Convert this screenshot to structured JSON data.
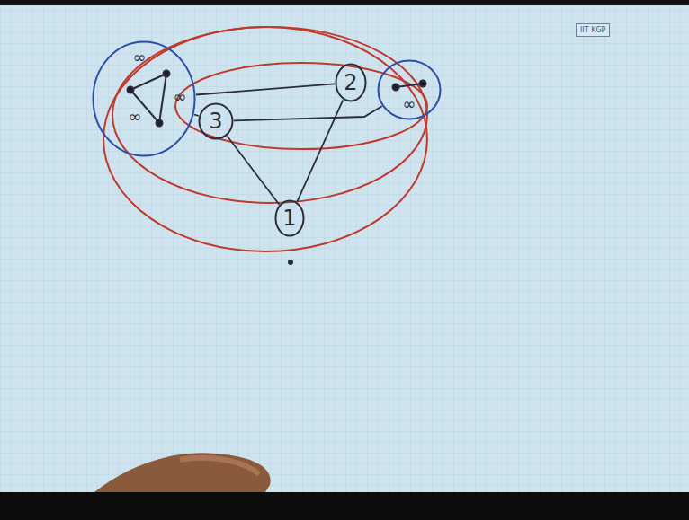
{
  "diagram": {
    "nodes": [
      {
        "text": [
          "∞",
          "∞",
          "∞"
        ]
      },
      {
        "text": [
          "3"
        ]
      },
      {
        "text": [
          "2"
        ]
      },
      {
        "text": [
          "∞"
        ]
      },
      {
        "text": [
          "1"
        ]
      }
    ],
    "edges": [
      {
        "from": 0,
        "to": 1,
        "arrow": "none"
      },
      {
        "from": 0,
        "to": 2,
        "arrow": "none"
      },
      {
        "from": 1,
        "to": 3,
        "arrow": "none"
      },
      {
        "from": 1,
        "to": 4,
        "arrow": "none"
      },
      {
        "from": 2,
        "to": 4,
        "arrow": "none"
      }
    ],
    "labels": [
      "IIT KGP"
    ]
  }
}
